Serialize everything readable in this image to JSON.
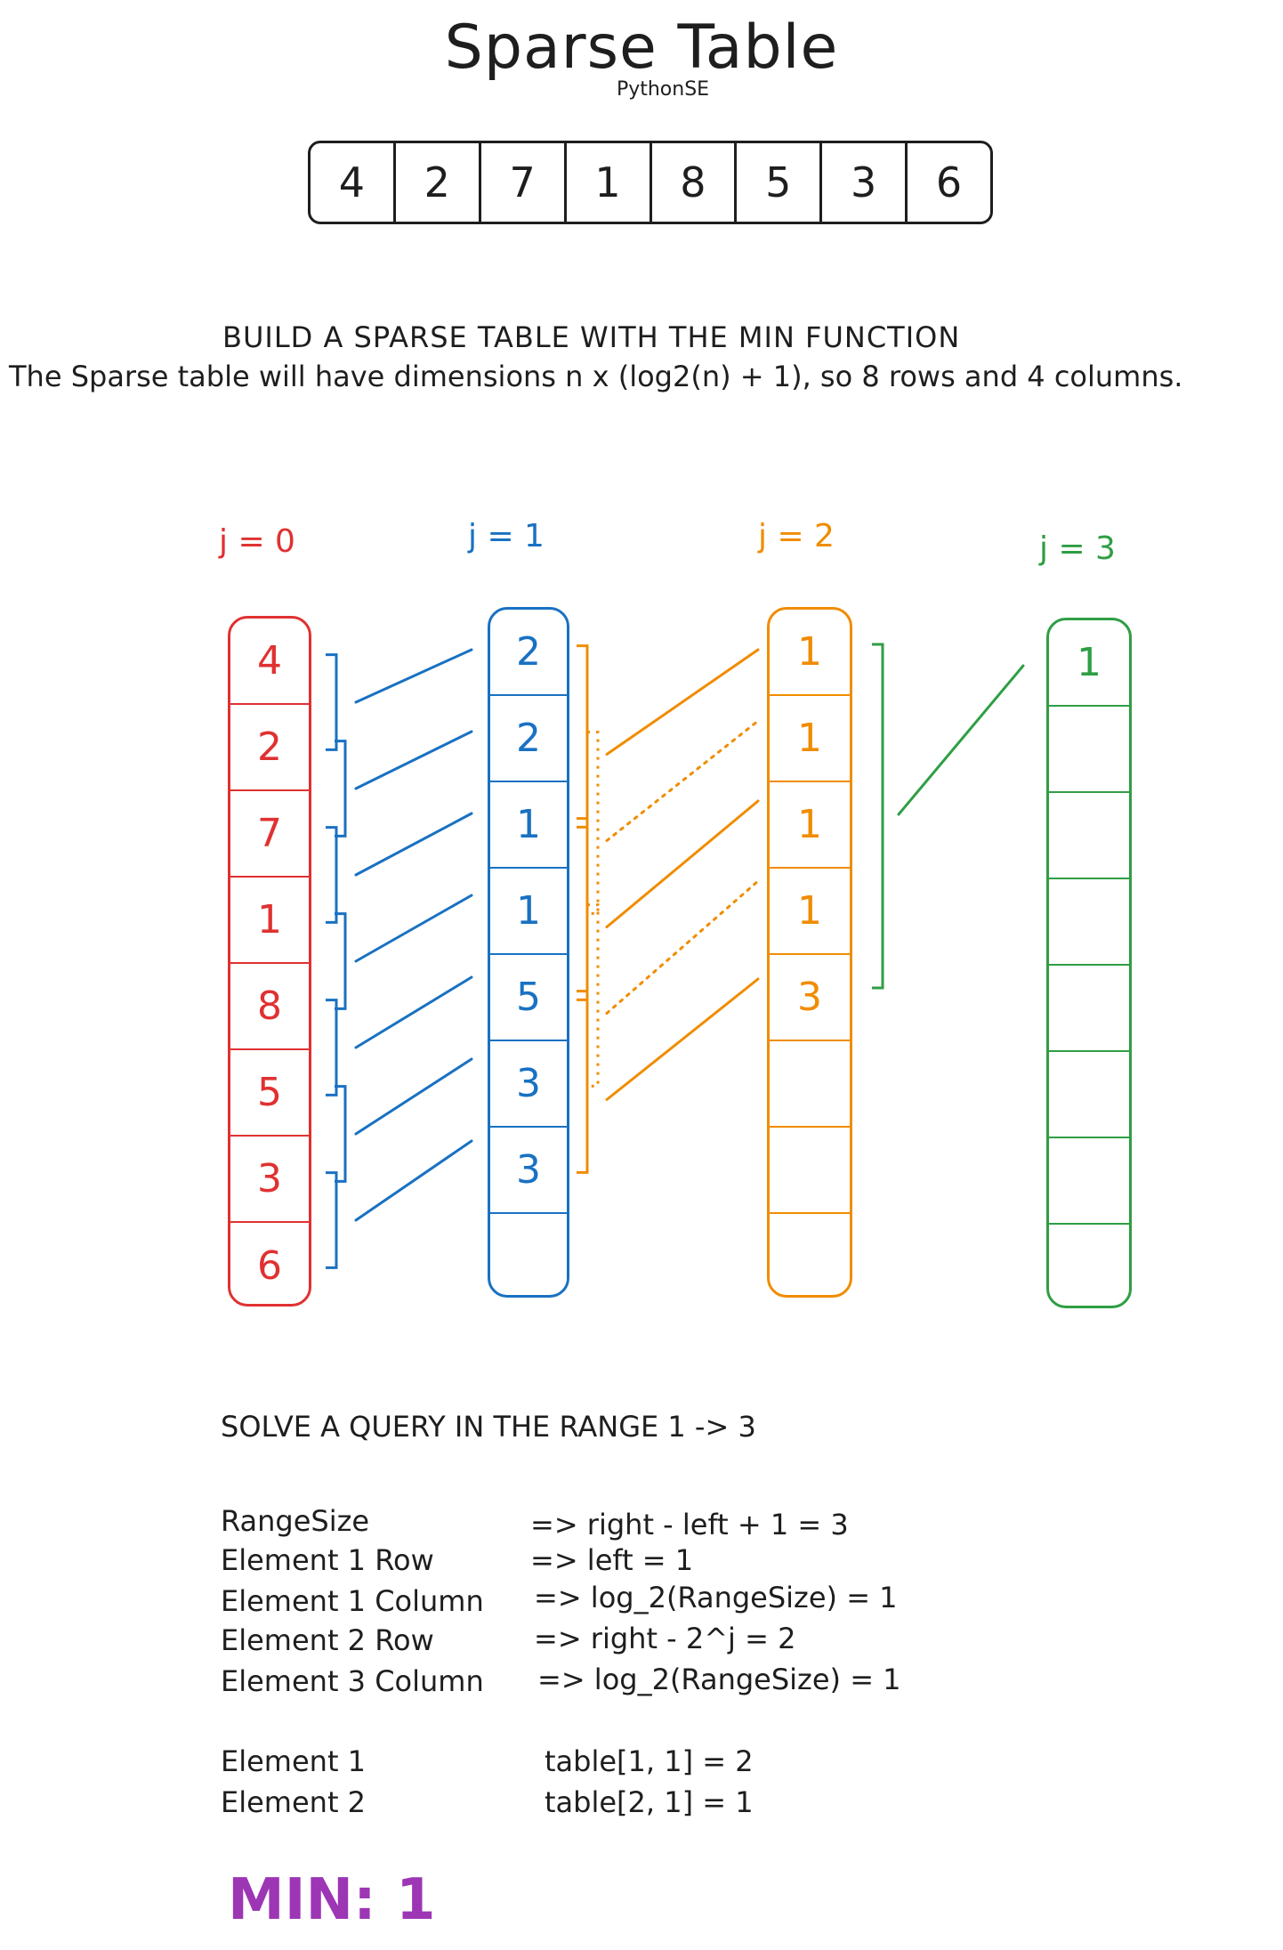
{
  "title": "Sparse Table",
  "subtitle": "PythonSE",
  "array": [
    "4",
    "2",
    "7",
    "1",
    "8",
    "5",
    "3",
    "6"
  ],
  "build_heading": "BUILD A SPARSE TABLE WITH THE MIN FUNCTION",
  "build_description": "The Sparse table will have dimensions n x (log2(n) + 1), so 8 rows and 4 columns.",
  "columns": [
    {
      "label": "j = 0",
      "color": "#e03131",
      "cells": [
        "4",
        "2",
        "7",
        "1",
        "8",
        "5",
        "3",
        "6"
      ]
    },
    {
      "label": "j = 1",
      "color": "#1971c2",
      "cells": [
        "2",
        "2",
        "1",
        "1",
        "5",
        "3",
        "3",
        ""
      ]
    },
    {
      "label": "j = 2",
      "color": "#f08c00",
      "cells": [
        "1",
        "1",
        "1",
        "1",
        "3",
        "",
        "",
        ""
      ]
    },
    {
      "label": "j = 3",
      "color": "#2f9e44",
      "cells": [
        "1",
        "",
        "",
        "",
        "",
        "",
        "",
        ""
      ]
    }
  ],
  "query": {
    "heading": "SOLVE A QUERY IN THE RANGE 1 -> 3",
    "rows": [
      {
        "label": "RangeSize",
        "value": "=> right - left + 1 = 3"
      },
      {
        "label": "Element 1 Row",
        "value": "=> left = 1"
      },
      {
        "label": "Element 1 Column",
        "value": "=> log_2(RangeSize) = 1"
      },
      {
        "label": "Element 2 Row",
        "value": "=> right - 2^j = 2"
      },
      {
        "label": "Element 3 Column",
        "value": "=> log_2(RangeSize) = 1"
      }
    ],
    "elements": [
      {
        "label": "Element 1",
        "value": "table[1, 1] = 2"
      },
      {
        "label": "Element 2",
        "value": "table[2, 1] = 1"
      }
    ],
    "result": "MIN: 1"
  }
}
